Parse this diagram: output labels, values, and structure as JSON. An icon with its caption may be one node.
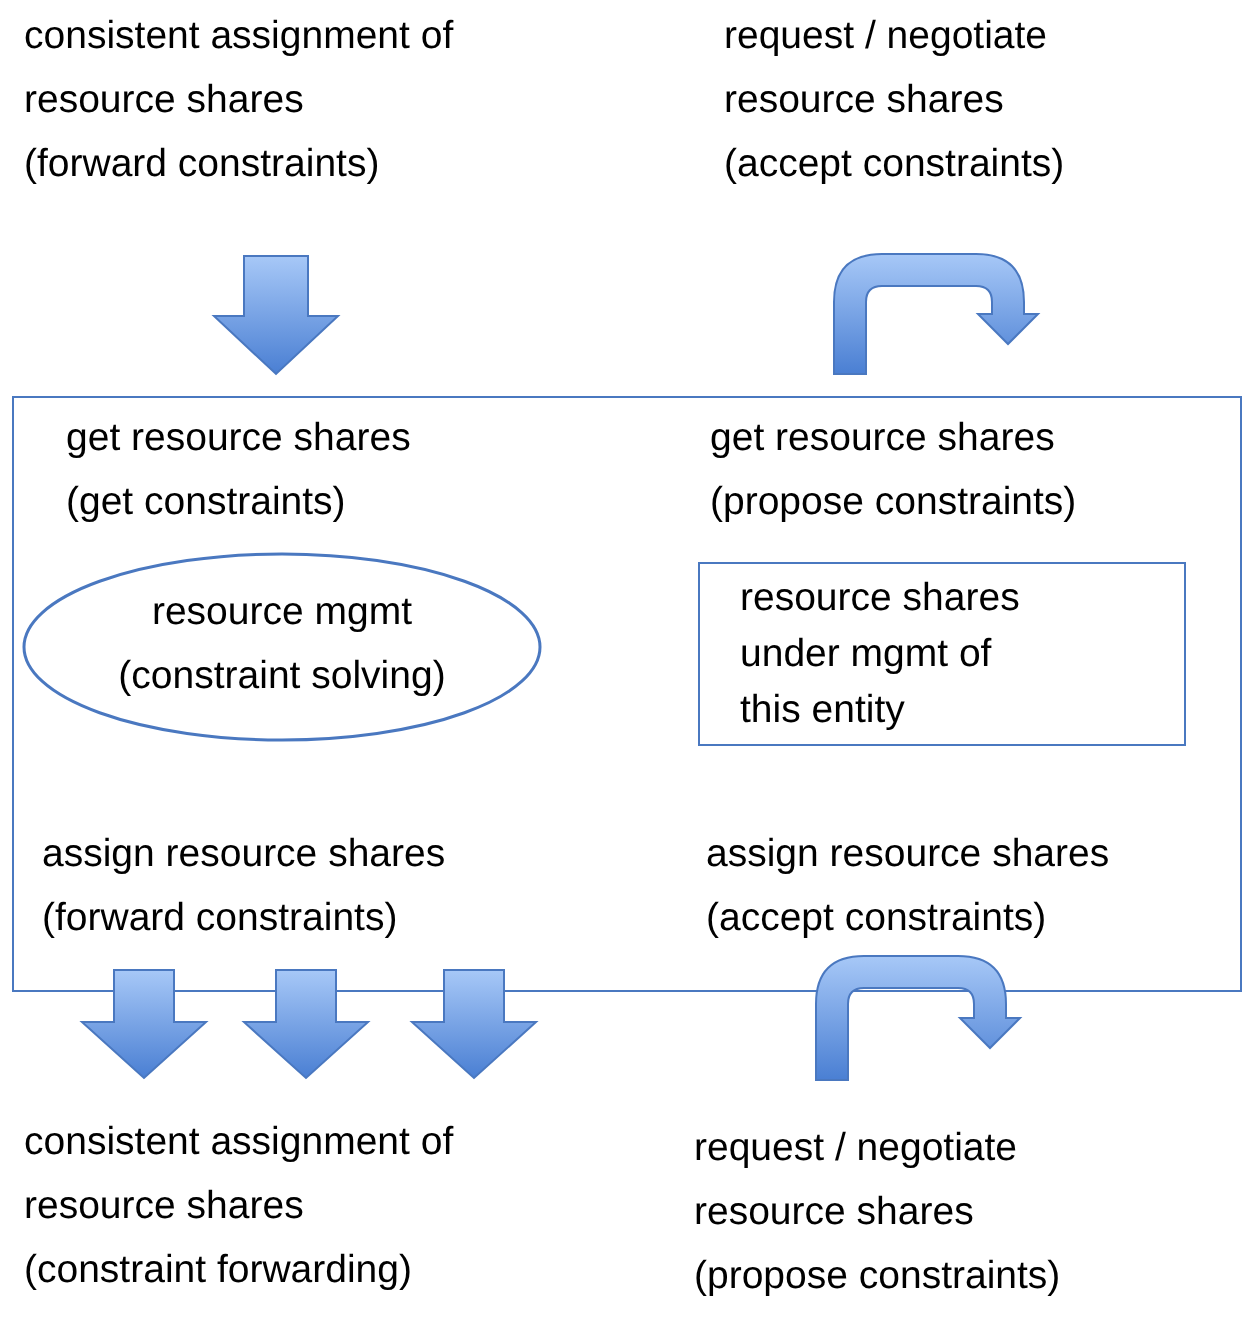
{
  "diagram": {
    "nodes": [
      {
        "text": [
          "consistent assignment of resource shares",
          "(forward constraints)"
        ]
      },
      {
        "text": [
          "request / negotiate resource shares",
          "(accept constraints)"
        ]
      },
      {
        "text": [],
        "shape": "box"
      },
      {
        "text": [
          "get resource shares",
          "(get constraints)"
        ],
        "in": 2
      },
      {
        "text": [
          "get resource shares",
          "(propose constraints)"
        ],
        "in": 2
      },
      {
        "text": [
          "resource mgmt",
          "(constraint solving)"
        ],
        "in": 2
      },
      {
        "text": [
          "resource shares under mgmt of this entity"
        ],
        "in": 2
      },
      {
        "text": [
          "assign resource shares",
          "(forward constraints)"
        ],
        "in": 2
      },
      {
        "text": [
          "assign resource shares",
          "(accept constraints)"
        ],
        "in": 2
      },
      {
        "text": [
          "consistent assignment of resource shares",
          "(constraint forwarding)"
        ]
      },
      {
        "text": [
          "request / negotiate resource shares",
          "(propose constraints)"
        ]
      }
    ],
    "edges": [
      {
        "from": 0,
        "to": 3,
        "arrow": "to"
      },
      {
        "from": null,
        "to": 4,
        "arrow": "to"
      },
      {
        "from": 7,
        "to": 9,
        "arrow": "to"
      },
      {
        "from": 7,
        "to": 9,
        "arrow": "to"
      },
      {
        "from": 7,
        "to": 9,
        "arrow": "to"
      },
      {
        "from": 8,
        "to": 10,
        "arrow": "to"
      }
    ]
  }
}
